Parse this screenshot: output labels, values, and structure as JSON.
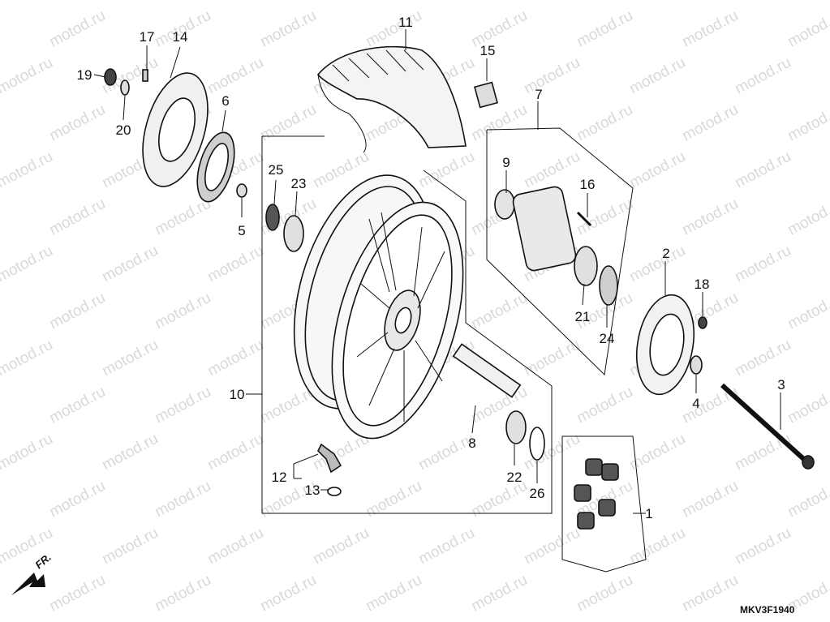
{
  "watermark": "motod.ru",
  "diagram_code": "MKV3F1940",
  "direction_label": "FR.",
  "callouts": [
    {
      "id": "1",
      "label": "1"
    },
    {
      "id": "2",
      "label": "2"
    },
    {
      "id": "3",
      "label": "3"
    },
    {
      "id": "4",
      "label": "4"
    },
    {
      "id": "5",
      "label": "5"
    },
    {
      "id": "6",
      "label": "6"
    },
    {
      "id": "7",
      "label": "7"
    },
    {
      "id": "8",
      "label": "8"
    },
    {
      "id": "9",
      "label": "9"
    },
    {
      "id": "10",
      "label": "10"
    },
    {
      "id": "11",
      "label": "11"
    },
    {
      "id": "12",
      "label": "12"
    },
    {
      "id": "13",
      "label": "13"
    },
    {
      "id": "14",
      "label": "14"
    },
    {
      "id": "15",
      "label": "15"
    },
    {
      "id": "16",
      "label": "16"
    },
    {
      "id": "17",
      "label": "17"
    },
    {
      "id": "18",
      "label": "18"
    },
    {
      "id": "19",
      "label": "19"
    },
    {
      "id": "20",
      "label": "20"
    },
    {
      "id": "21",
      "label": "21"
    },
    {
      "id": "22",
      "label": "22"
    },
    {
      "id": "23",
      "label": "23"
    },
    {
      "id": "24",
      "label": "24"
    },
    {
      "id": "25",
      "label": "25"
    },
    {
      "id": "26",
      "label": "26"
    }
  ],
  "colors": {
    "line": "#111111",
    "part_fill": "#f2f2f2",
    "dark_fill": "#333333",
    "watermark": "#d9d9d9"
  }
}
